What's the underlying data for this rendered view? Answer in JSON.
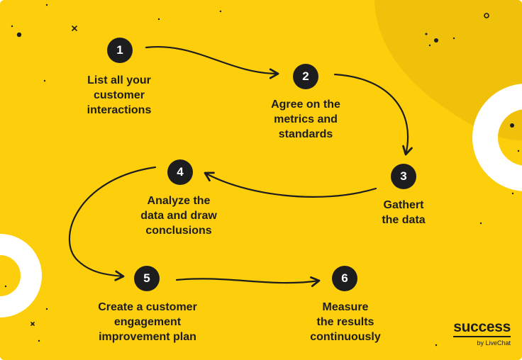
{
  "steps": [
    {
      "number": "1",
      "label": "List all your\ncustomer\ninteractions"
    },
    {
      "number": "2",
      "label": "Agree on the\nmetrics and\nstandards"
    },
    {
      "number": "3",
      "label": "Gathert\nthe data"
    },
    {
      "number": "4",
      "label": "Analyze the\ndata and draw\nconclusions"
    },
    {
      "number": "5",
      "label": "Create a customer\nengagement\nimprovement plan"
    },
    {
      "number": "6",
      "label": "Measure\nthe results\ncontinuously"
    }
  ],
  "brand": {
    "name": "success",
    "tagline": "by LiveChat"
  },
  "colors": {
    "background": "#fcce0b",
    "shape": "#f0c10a",
    "ink": "#1d1d1f",
    "ring": "#ffffff"
  }
}
